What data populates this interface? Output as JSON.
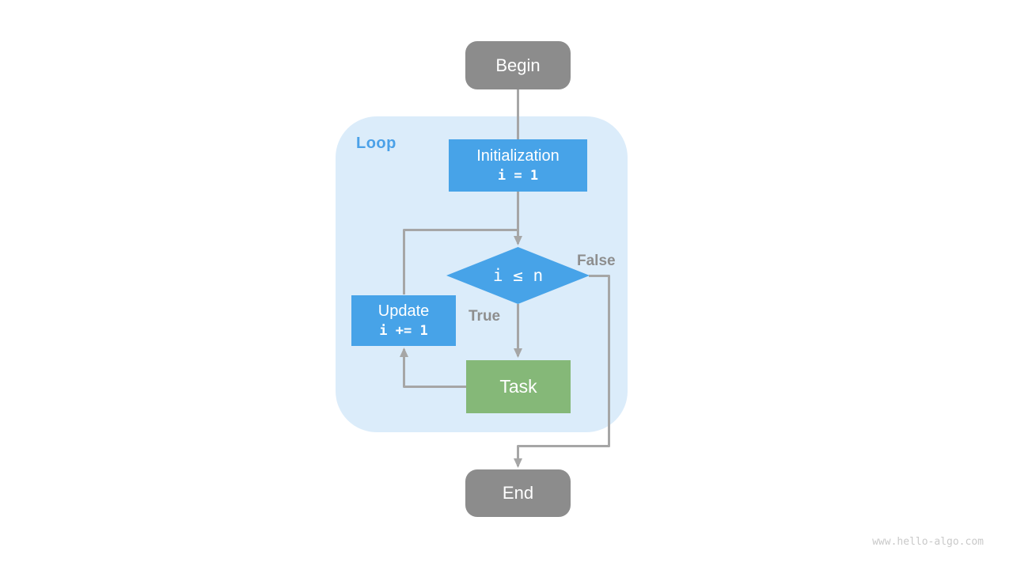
{
  "diagram": {
    "loop_label": "Loop",
    "nodes": {
      "begin": {
        "label": "Begin"
      },
      "initialization": {
        "title": "Initialization",
        "code": "i = 1"
      },
      "condition": {
        "label": "i ≤ n"
      },
      "update": {
        "title": "Update",
        "code": "i += 1"
      },
      "task": {
        "label": "Task"
      },
      "end": {
        "label": "End"
      }
    },
    "edge_labels": {
      "true": "True",
      "false": "False"
    },
    "watermark": "www.hello-algo.com",
    "colors": {
      "process_blue": "#47A3E8",
      "task_green": "#85B878",
      "terminal_gray": "#8C8C8C",
      "loop_bg": "#DBECFA",
      "loop_label_blue": "#4BA1E8",
      "arrow_gray": "#A6A6A6",
      "edge_label_gray": "#8E8E8E",
      "watermark_gray": "#C9C9C9"
    }
  }
}
